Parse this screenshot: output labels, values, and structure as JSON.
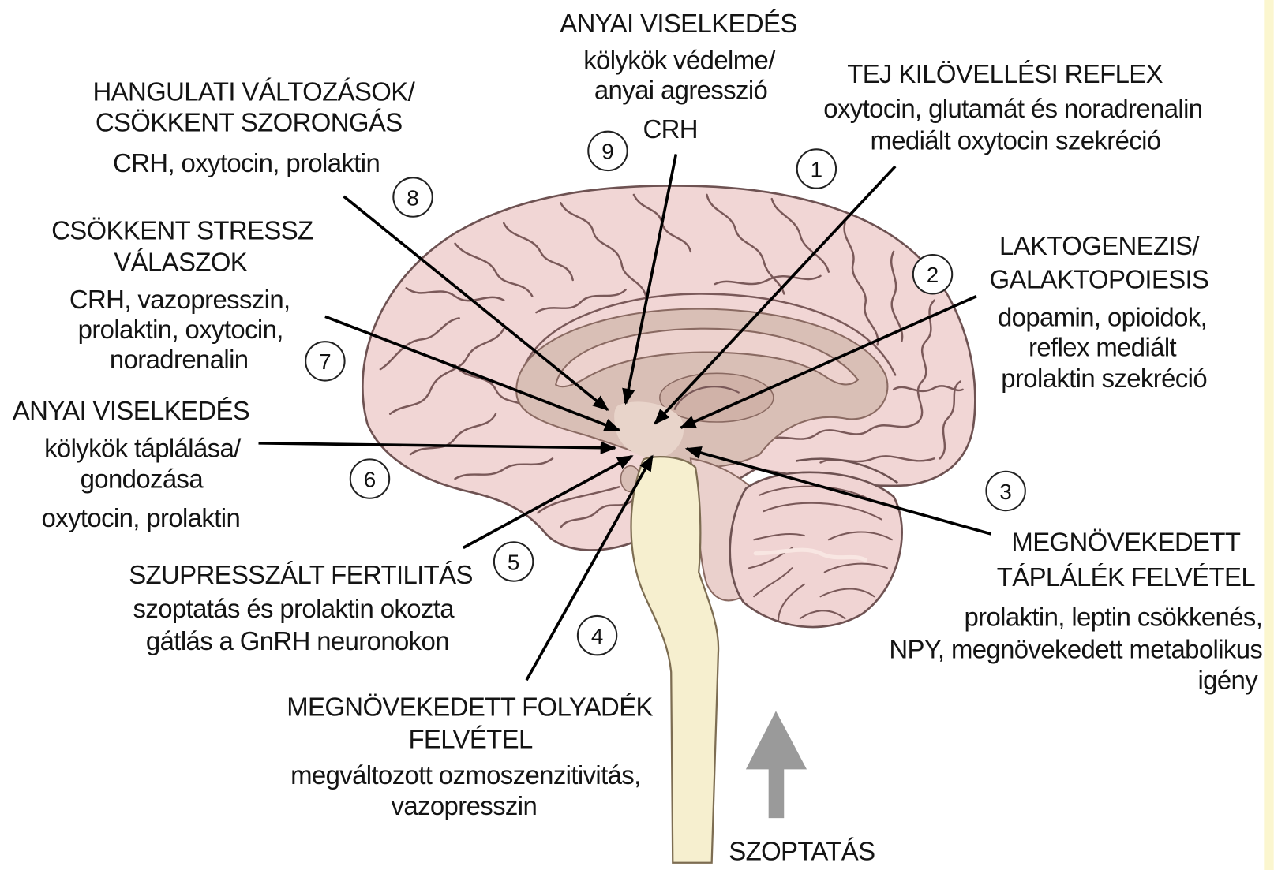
{
  "effects": [
    {
      "number": "1",
      "heading": [
        "TEJ KILÖVELLÉSI REFLEX"
      ],
      "details": [
        "oxytocin, glutamát és noradrenalin",
        "mediált oxytocin szekréció"
      ]
    },
    {
      "number": "2",
      "heading": [
        "LAKTOGENEZIS/",
        "GALAKTOPOIESIS"
      ],
      "details": [
        "dopamin, opioidok,",
        "reflex mediált",
        "prolaktin szekréció"
      ]
    },
    {
      "number": "3",
      "heading": [
        "MEGNÖVEKEDETT",
        "TÁPLÁLÉK FELVÉTEL"
      ],
      "details": [
        "prolaktin, leptin csökkenés,",
        "NPY, megnövekedett metabolikus",
        "igény"
      ]
    },
    {
      "number": "4",
      "heading": [
        "MEGNÖVEKEDETT FOLYADÉK",
        "FELVÉTEL"
      ],
      "details": [
        "megváltozott ozmoszenzitivitás,",
        "vazopresszin"
      ]
    },
    {
      "number": "5",
      "heading": [
        "SZUPRESSZÁLT FERTILITÁS"
      ],
      "details": [
        "szoptatás és prolaktin okozta",
        "gátlás a GnRH neuronokon"
      ]
    },
    {
      "number": "6",
      "heading": [
        "ANYAI VISELKEDÉS"
      ],
      "details": [
        "kölykök táplálása/",
        "gondozása",
        "oxytocin, prolaktin"
      ]
    },
    {
      "number": "7",
      "heading": [
        "CSÖKKENT STRESSZ",
        "VÁLASZOK"
      ],
      "details": [
        "CRH, vazopresszin,",
        "prolaktin, oxytocin,",
        "noradrenalin"
      ]
    },
    {
      "number": "8",
      "heading": [
        "HANGULATI VÁLTOZÁSOK/",
        "CSÖKKENT SZORONGÁS"
      ],
      "details": [
        "CRH, oxytocin, prolaktin"
      ]
    },
    {
      "number": "9",
      "heading": [
        "ANYAI VISELKEDÉS"
      ],
      "details": [
        "kölykök védelme/",
        "anyai agresszió",
        "CRH"
      ]
    }
  ],
  "stimulus": {
    "label": "SZOPTATÁS"
  }
}
